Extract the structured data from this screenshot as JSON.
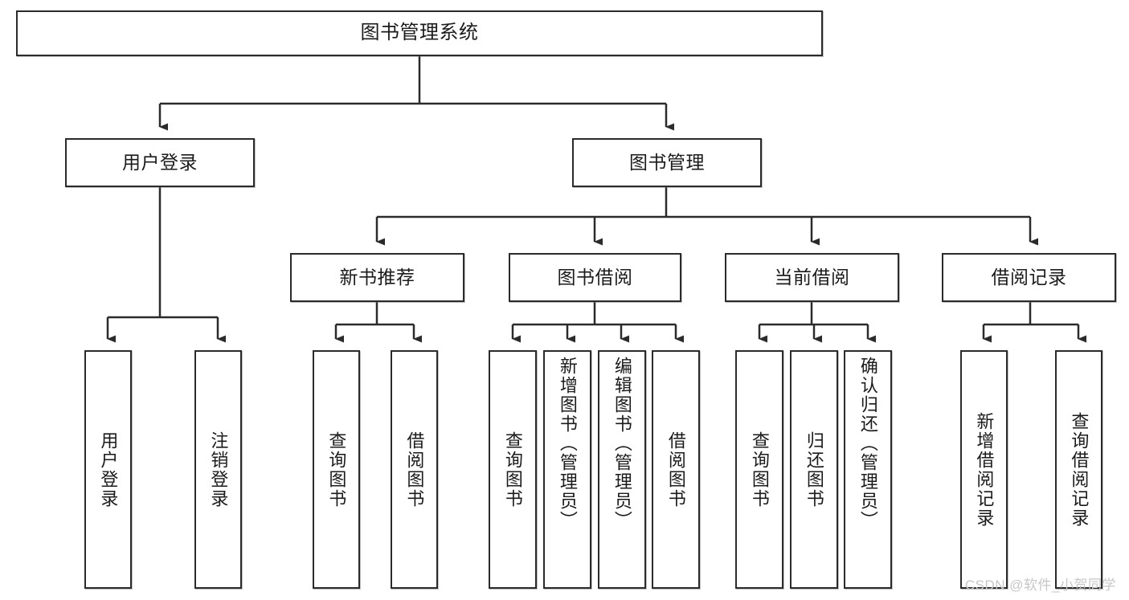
{
  "diagram": {
    "title": "图书管理系统",
    "type": "tree-hierarchy-chart",
    "theme": {
      "stroke": "#2b2b2b",
      "fill": "#ffffff",
      "text": "#1b1b1b",
      "watermark_color": "#c7c7c7"
    },
    "levels": {
      "root": {
        "label": "图书管理系统"
      },
      "level2": [
        {
          "id": "user-login",
          "label": "用户登录"
        },
        {
          "id": "book-management",
          "label": "图书管理"
        }
      ],
      "level3": [
        {
          "id": "new-book-recommend",
          "label": "新书推荐",
          "parent": "book-management"
        },
        {
          "id": "book-borrow",
          "label": "图书借阅",
          "parent": "book-management"
        },
        {
          "id": "current-borrow",
          "label": "当前借阅",
          "parent": "book-management"
        },
        {
          "id": "borrow-record",
          "label": "借阅记录",
          "parent": "book-management"
        }
      ],
      "leaves": [
        {
          "id": "leaf-user-login",
          "label": "用户登录",
          "parent": "user-login"
        },
        {
          "id": "leaf-logout-login",
          "label": "注销登录",
          "parent": "user-login"
        },
        {
          "id": "leaf-query-book-1",
          "label": "查询图书",
          "parent": "new-book-recommend"
        },
        {
          "id": "leaf-borrow-book-1",
          "label": "借阅图书",
          "parent": "new-book-recommend"
        },
        {
          "id": "leaf-query-book-2",
          "label": "查询图书",
          "parent": "book-borrow"
        },
        {
          "id": "leaf-add-book",
          "label": "新增图书（管理员）",
          "parent": "book-borrow"
        },
        {
          "id": "leaf-edit-book",
          "label": "编辑图书（管理员）",
          "parent": "book-borrow"
        },
        {
          "id": "leaf-borrow-book-2",
          "label": "借阅图书",
          "parent": "book-borrow"
        },
        {
          "id": "leaf-query-book-3",
          "label": "查询图书",
          "parent": "current-borrow"
        },
        {
          "id": "leaf-return-book",
          "label": "归还图书",
          "parent": "current-borrow"
        },
        {
          "id": "leaf-confirm-return",
          "label": "确认归还（管理员）",
          "parent": "current-borrow"
        },
        {
          "id": "leaf-add-record",
          "label": "新增借阅记录",
          "parent": "borrow-record"
        },
        {
          "id": "leaf-query-record",
          "label": "查询借阅记录",
          "parent": "borrow-record"
        }
      ]
    },
    "watermark": "CSDN @软件_小贺同学"
  }
}
